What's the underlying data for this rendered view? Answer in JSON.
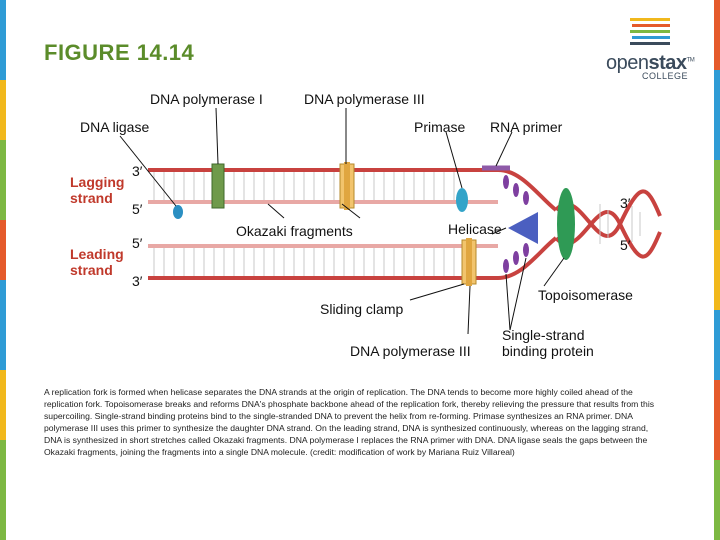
{
  "slide": {
    "title": "FIGURE 14.14",
    "caption": "A replication fork is formed when helicase separates the DNA strands at the origin of replication. The DNA tends to become more highly coiled ahead of the replication fork. Topoisomerase breaks and reforms DNA's phosphate backbone ahead of the replication fork, thereby relieving the pressure that results from this supercoiling. Single-strand binding proteins bind to the single-stranded DNA to prevent the helix from re-forming. Primase synthesizes an RNA primer. DNA polymerase III uses this primer to synthesize the daughter DNA strand. On the leading strand, DNA is synthesized continuously, whereas on the lagging strand, DNA is synthesized in short stretches called Okazaki fragments. DNA polymerase I replaces the RNA primer with DNA. DNA ligase seals the gaps between the Okazaki fragments, joining the fragments into a single DNA molecule. (credit: modification of work by Mariana Ruiz Villareal)"
  },
  "logo": {
    "word_a": "open",
    "word_b": "stax",
    "tm": "TM",
    "sub": "COLLEGE"
  },
  "diagram": {
    "labels": {
      "dna_pol_1": "DNA polymerase I",
      "dna_pol_3_top": "DNA polymerase III",
      "dna_ligase": "DNA ligase",
      "primase": "Primase",
      "rna_primer": "RNA primer",
      "lagging_1": "Lagging",
      "lagging_2": "strand",
      "leading_1": "Leading",
      "leading_2": "strand",
      "okazaki": "Okazaki fragments",
      "helicase": "Helicase",
      "topoisomerase": "Topoisomerase",
      "sliding_clamp": "Sliding clamp",
      "ssb_1": "Single-strand",
      "ssb_2": "binding protein",
      "dna_pol_3_bottom": "DNA polymerase III",
      "end_3_lag": "3′",
      "end_5_lag": "5′",
      "end_5_lead": "5′",
      "end_3_lead": "3′",
      "end_3_right": "3′",
      "end_5_right": "5′"
    }
  },
  "colors": {
    "accent_title": "#5b8c2a",
    "strand_parent": "#c8423f",
    "strand_daughter": "#e8a8a5",
    "ligase": "#2b8fc2",
    "pol1": "#6f9a4b",
    "pol3": "#f2c46d",
    "primase": "#33a4c9",
    "rna_primer": "#8e5aa8",
    "helicase": "#4b5fc0",
    "topoisomerase": "#2f9a55",
    "ssb": "#7e3fa0",
    "lag_label": "#c0392b"
  }
}
